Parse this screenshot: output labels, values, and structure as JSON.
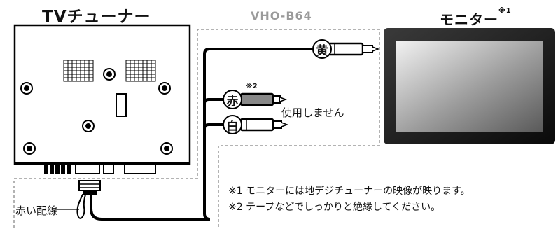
{
  "tuner_title": "TVチューナー",
  "cable_label": "VHO-B64",
  "monitor": {
    "title": "モニター",
    "mark": "※1"
  },
  "plugs": {
    "yellow": "黄",
    "red": "赤",
    "white": "白"
  },
  "red_mark": "※2",
  "unused_label": "使用しません",
  "red_wire_label": "赤い配線",
  "footnotes": [
    "※1 モニターには地デジチューナーの映像が映ります。",
    "※2 テープなどでしっかりと絶縁してください。"
  ],
  "colors": {
    "cable_box": "#9a9a9a",
    "line": "#000000",
    "plug_gray": "#888888"
  }
}
